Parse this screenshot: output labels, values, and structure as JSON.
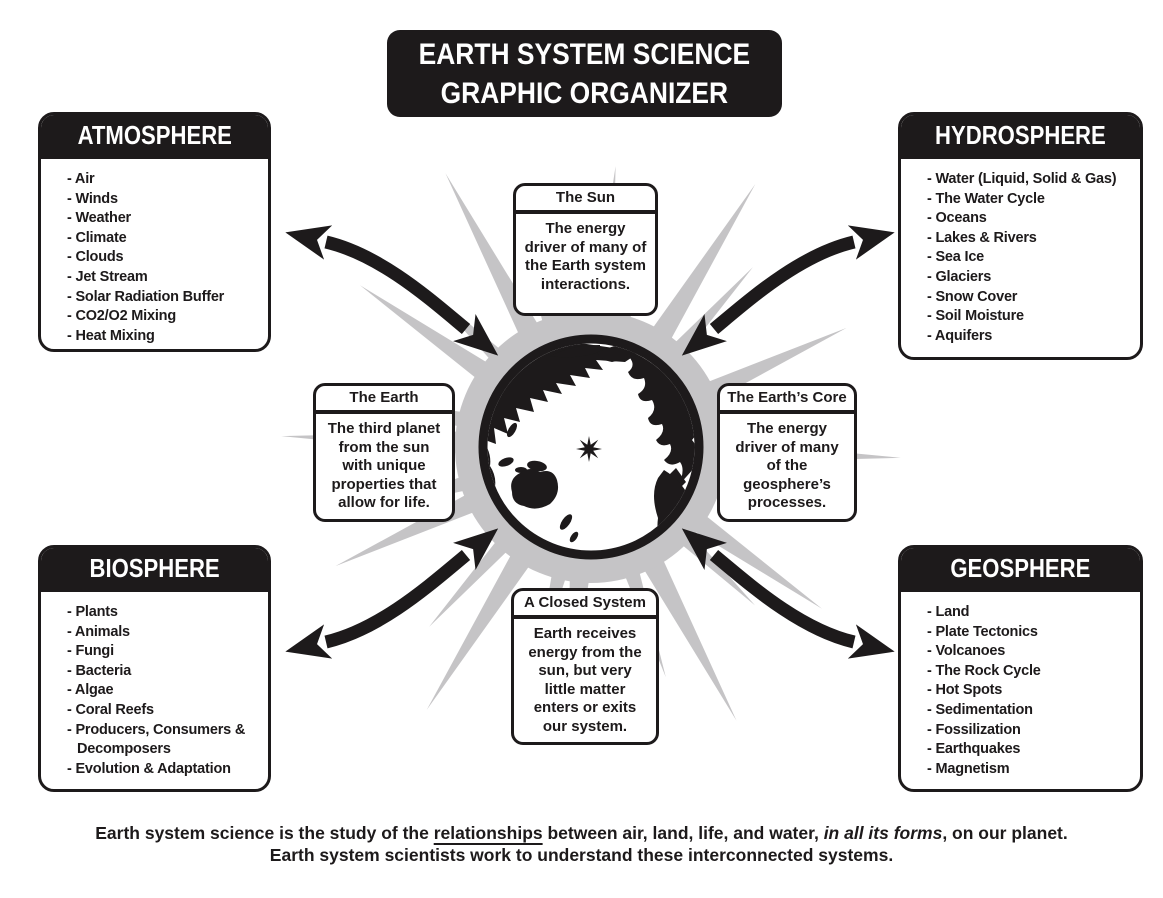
{
  "title": {
    "line1": "EARTH SYSTEM SCIENCE",
    "line2": "GRAPHIC ORGANIZER"
  },
  "spheres": {
    "atmosphere": {
      "heading": "ATMOSPHERE",
      "items": [
        "- Air",
        "- Winds",
        "- Weather",
        "- Climate",
        "- Clouds",
        "- Jet Stream",
        "- Solar Radiation Buffer",
        "- CO2/O2 Mixing",
        "- Heat Mixing"
      ]
    },
    "hydrosphere": {
      "heading": "HYDROSPHERE",
      "items": [
        "- Water (Liquid, Solid & Gas)",
        "- The Water Cycle",
        "- Oceans",
        "- Lakes & Rivers",
        "- Sea Ice",
        "- Glaciers",
        "- Snow Cover",
        "- Soil Moisture",
        "- Aquifers"
      ]
    },
    "biosphere": {
      "heading": "BIOSPHERE",
      "items": [
        "- Plants",
        "- Animals",
        "- Fungi",
        "- Bacteria",
        "- Algae",
        "- Coral Reefs",
        "- Producers, Consumers & Decomposers",
        "- Evolution & Adaptation"
      ]
    },
    "geosphere": {
      "heading": "GEOSPHERE",
      "items": [
        "- Land",
        "- Plate Tectonics",
        "- Volcanoes",
        "- The Rock Cycle",
        "- Hot Spots",
        "- Sedimentation",
        "- Fossilization",
        "- Earthquakes",
        "- Magnetism"
      ]
    }
  },
  "callouts": {
    "sun": {
      "title": "The Sun",
      "body": "The energy driver of many of the Earth system interactions."
    },
    "earth": {
      "title": "The Earth",
      "body": "The third planet from the sun with unique properties that allow for life."
    },
    "core": {
      "title": "The Earth’s Core",
      "body": "The energy driver of many of the geosphere’s processes."
    },
    "closed_system": {
      "title": "A Closed System",
      "body": "Earth receives energy from the sun, but very little matter enters or exits our system."
    }
  },
  "footer": {
    "line1_pre": "Earth system science is the study of the ",
    "line1_underlined": "relationships",
    "line1_mid": " between air, land, life, and water, ",
    "line1_italic": "in all its forms",
    "line1_post": ", on our planet.",
    "line2": "Earth system scientists work to understand these interconnected systems."
  },
  "colors": {
    "ink": "#1d1a1b",
    "ray_gray": "#c5c4c6",
    "paper": "#ffffff"
  }
}
